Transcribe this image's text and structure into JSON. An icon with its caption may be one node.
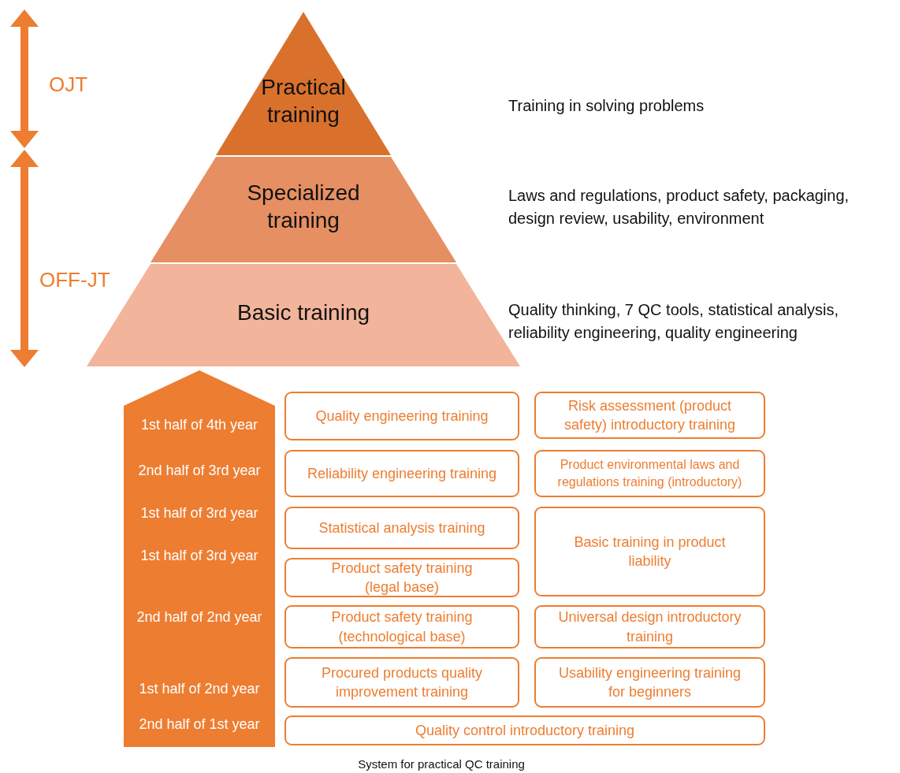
{
  "diagram": {
    "caption": "System for practical QC training",
    "nodes": [
      {
        "text": [
          "Practical training"
        ]
      },
      {
        "text": [
          "Specialized training"
        ],
        "beside": [
          "Laws and regulations, product safety, packaging, design review, usability, environment"
        ]
      },
      {
        "text": [
          "Basic training"
        ],
        "beside": [
          "Quality thinking, 7 QC tools, statistical analysis, reliability engineering, quality engineering"
        ]
      },
      {
        "text": [
          "1st half of 4th year",
          "2nd half of 3rd year",
          "1st half of 3rd year",
          "1st half of 3rd year",
          "2nd half of 2nd year",
          "1st half of 2nd year",
          "2nd half of 1st year"
        ]
      },
      {
        "text": [
          "Quality engineering training"
        ]
      },
      {
        "text": [
          "Risk assessment (product safety) introductory training"
        ]
      },
      {
        "text": [
          "Reliability engineering training"
        ]
      },
      {
        "text": [
          "Product environmental laws and regulations training (introductory)"
        ]
      },
      {
        "text": [
          "Statistical analysis training"
        ]
      },
      {
        "text": [
          "Basic training in product liability"
        ]
      },
      {
        "text": [
          "Product safety training (legal base)"
        ]
      },
      {
        "text": [
          "Product safety training (technological base)"
        ]
      },
      {
        "text": [
          "Universal design introductory training"
        ]
      },
      {
        "text": [
          "Procured products quality improvement training"
        ]
      },
      {
        "text": [
          "Usability engineering training for beginners"
        ]
      },
      {
        "text": [
          "Quality control introductory training"
        ]
      }
    ],
    "labels": [
      "OJT",
      "Training in solving problems",
      "OFF-JT"
    ]
  }
}
